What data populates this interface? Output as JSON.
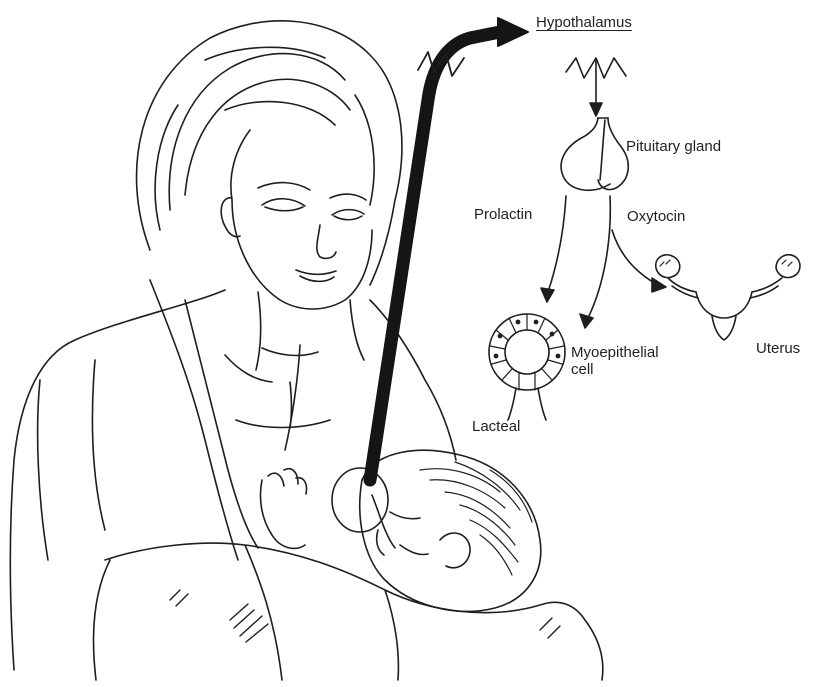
{
  "diagram": {
    "labels": {
      "hypothalamus": "Hypothalamus",
      "pituitary_gland": "Pituitary gland",
      "prolactin": "Prolactin",
      "oxytocin": "Oxytocin",
      "myoepithelial_line1": "Myoepithelial",
      "myoepithelial_line2": "cell",
      "uterus": "Uterus",
      "lacteal": "Lacteal"
    }
  }
}
